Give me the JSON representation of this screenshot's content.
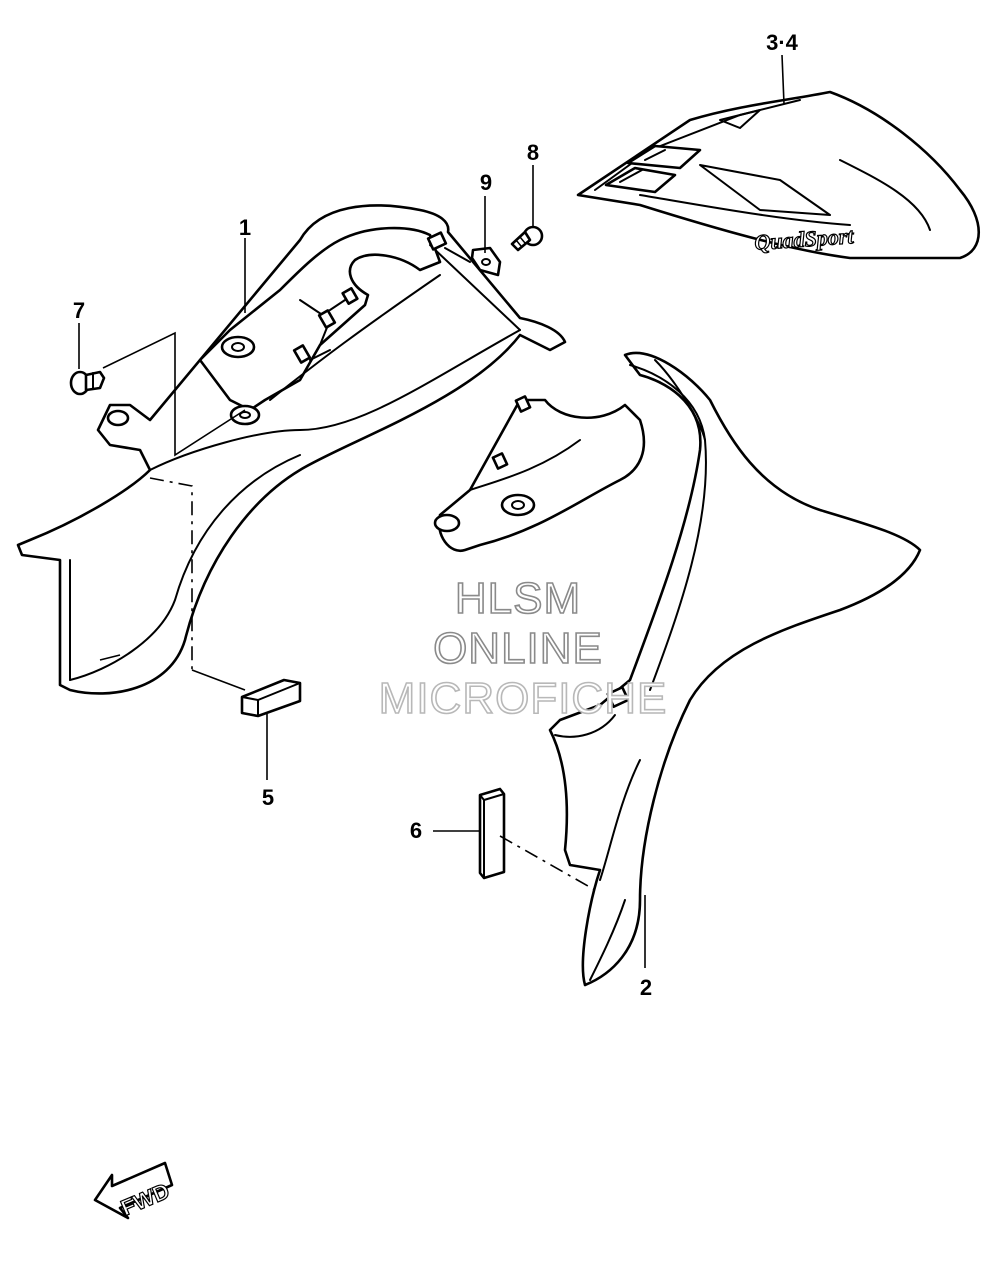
{
  "callouts": {
    "p1": "1",
    "p2": "2",
    "p34": "3·4",
    "p5": "5",
    "p6": "6",
    "p7": "7",
    "p8": "8",
    "p9": "9"
  },
  "watermark": {
    "line1": "HLSM",
    "line2": "ONLINE",
    "line3": "MICROFICHE"
  },
  "decal_text": "QuadSport",
  "direction_label": "FWD",
  "colors": {
    "line": "#000000",
    "watermark": "#8a8a8a",
    "background": "#ffffff"
  }
}
